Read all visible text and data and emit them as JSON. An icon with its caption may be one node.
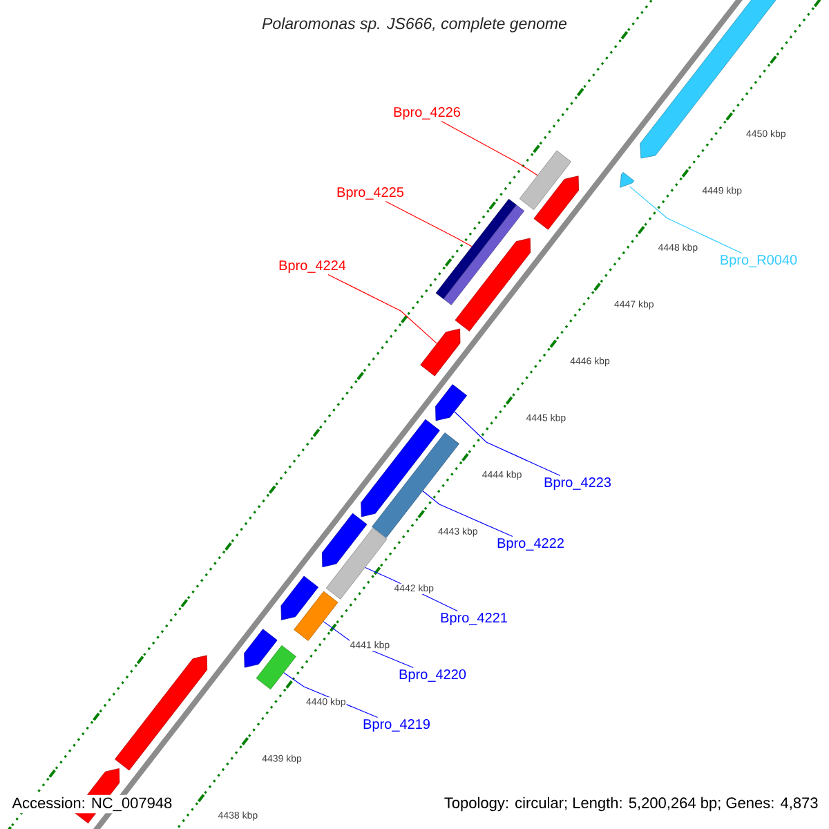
{
  "diagram": {
    "title": "Polaromonas sp. JS666, complete genome",
    "nodes": [
      {
        "text": [
          "Bpro_4226"
        ]
      },
      {
        "text": [
          "Bpro_4225"
        ]
      },
      {
        "text": [
          "Bpro_4224"
        ]
      },
      {
        "text": [
          "Bpro_R0040"
        ]
      },
      {
        "text": [
          "Bpro_4223"
        ]
      },
      {
        "text": [
          "Bpro_4222"
        ]
      },
      {
        "text": [
          "Bpro_4221"
        ]
      },
      {
        "text": [
          "Bpro_4220"
        ]
      },
      {
        "text": [
          "Bpro_4219"
        ]
      },
      {
        "text": [],
        "shape": "arrow"
      },
      {
        "text": [],
        "shape": "bar"
      },
      {
        "text": [],
        "shape": "arrow"
      },
      {
        "text": [],
        "shape": "arrow"
      },
      {
        "text": [],
        "shape": "bar"
      },
      {
        "text": [],
        "shape": "bar"
      },
      {
        "text": [],
        "shape": "arrow"
      },
      {
        "text": [],
        "shape": "arrow"
      },
      {
        "text": [],
        "shape": "arrow"
      },
      {
        "text": [],
        "shape": "arrow"
      },
      {
        "text": [],
        "shape": "bar"
      },
      {
        "text": [],
        "shape": "arrow"
      },
      {
        "text": [],
        "shape": "bar"
      },
      {
        "text": [],
        "shape": "arrow"
      },
      {
        "text": [],
        "shape": "bar"
      },
      {
        "text": [],
        "shape": "arrow"
      },
      {
        "text": [],
        "shape": "bar"
      },
      {
        "text": [],
        "shape": "arrow"
      },
      {
        "text": [],
        "shape": "arrow"
      }
    ],
    "edges": [
      {
        "from": 0,
        "to": 10,
        "arrow": "none",
        "color": "#ff0000"
      },
      {
        "from": 1,
        "to": 13,
        "arrow": "none",
        "color": "#ff0000"
      },
      {
        "from": 2,
        "to": 16,
        "arrow": "none",
        "color": "#ff0000"
      },
      {
        "from": 3,
        "to": 12,
        "arrow": "none",
        "color": "#33ccff"
      },
      {
        "from": 4,
        "to": 17,
        "arrow": "none",
        "color": "#0000ff"
      },
      {
        "from": 5,
        "to": 19,
        "arrow": "none",
        "color": "#0000ff"
      },
      {
        "from": 6,
        "to": 21,
        "arrow": "none",
        "color": "#0000ff"
      },
      {
        "from": 7,
        "to": 23,
        "arrow": "none",
        "color": "#0000ff"
      },
      {
        "from": 8,
        "to": 25,
        "arrow": "none",
        "color": "#0000ff"
      }
    ],
    "labels": [
      "4450 kbp",
      "4449 kbp",
      "4448 kbp",
      "4447 kbp",
      "4446 kbp",
      "4445 kbp",
      "4444 kbp",
      "4443 kbp",
      "4442 kbp",
      "4441 kbp",
      "4440 kbp",
      "4439 kbp",
      "4438 kbp",
      "Accession: NC_007948",
      "Topology: circular; Length: 5,200,264 bp; Genes: 4,873"
    ]
  }
}
